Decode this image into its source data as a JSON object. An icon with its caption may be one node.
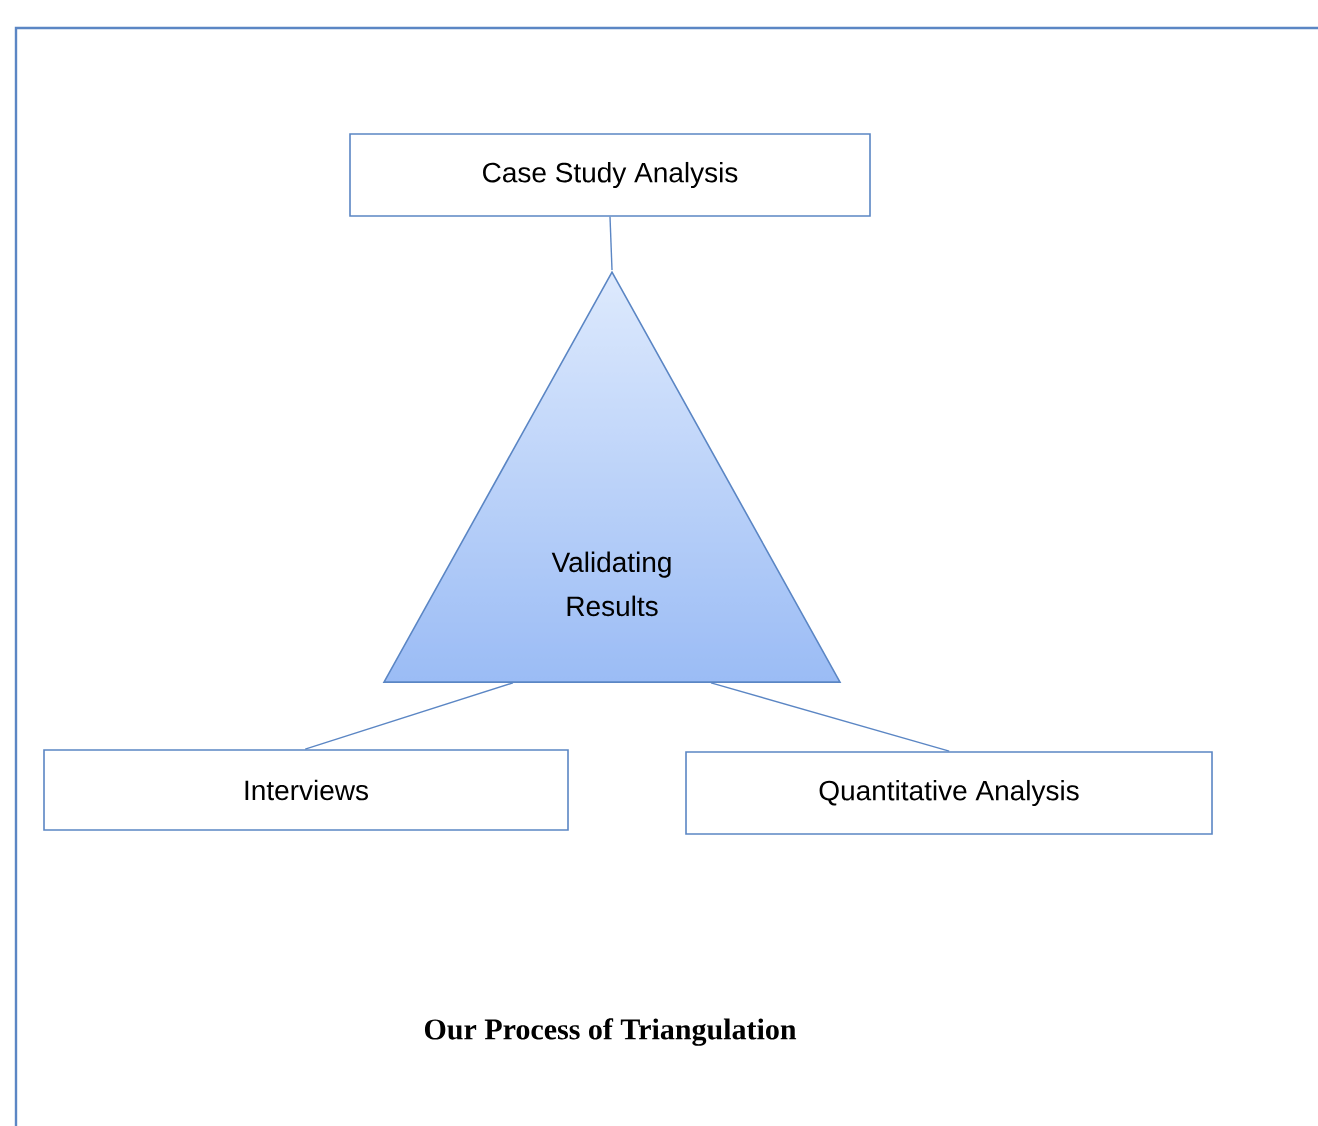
{
  "diagram": {
    "caption": "Our Process of Triangulation",
    "nodes": [
      {
        "text": [
          "Case Study  Analysis"
        ]
      },
      {
        "text": [
          "Validating Results"
        ]
      },
      {
        "text": [
          "Interviews"
        ]
      },
      {
        "text": [
          "Quantitative Analysis"
        ]
      }
    ],
    "edges": [
      {
        "from": 0,
        "to": 1,
        "arrow": "none"
      },
      {
        "from": 1,
        "to": 2,
        "arrow": "none"
      },
      {
        "from": 1,
        "to": 3,
        "arrow": "none"
      }
    ]
  }
}
